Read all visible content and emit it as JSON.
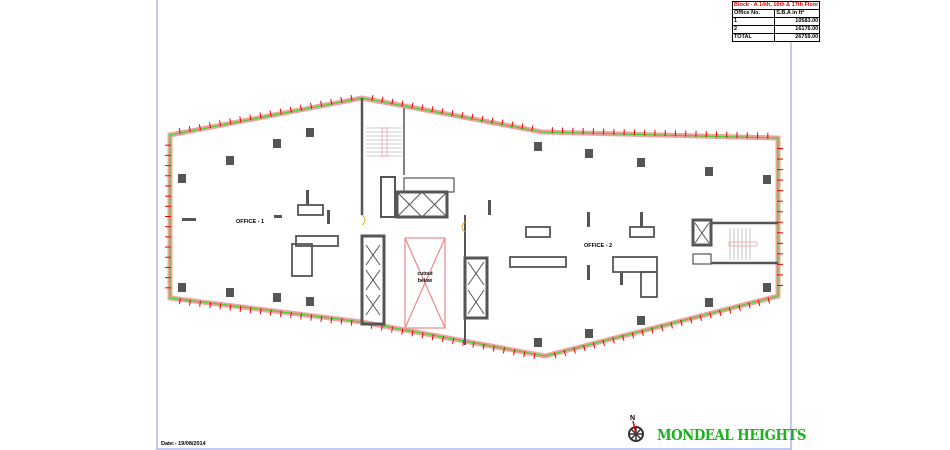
{
  "area_table": {
    "title": "Block - A 14th, 16th & 17th Floor",
    "col_office": "Office No.",
    "col_sba": "S.B.A in ft²",
    "rows": [
      {
        "office": "1",
        "sba": "10583.00"
      },
      {
        "office": "2",
        "sba": "16176.00"
      }
    ],
    "total_label": "TOTAL",
    "total_value": "26759.00"
  },
  "plan": {
    "office1_label": "OFFICE - 1",
    "office2_label": "OFFICE - 2",
    "cutout_line1": "cutout",
    "cutout_line2": "below",
    "north_label": "N"
  },
  "date": "Date:- 19/08/2014",
  "brand": "MONDEAL HEIGHTS",
  "colors": {
    "wall": "#555555",
    "facade_green": "#22dd22",
    "facade_red": "#ee0000",
    "brand_green": "#17b417",
    "frame": "#b0b8e8"
  }
}
